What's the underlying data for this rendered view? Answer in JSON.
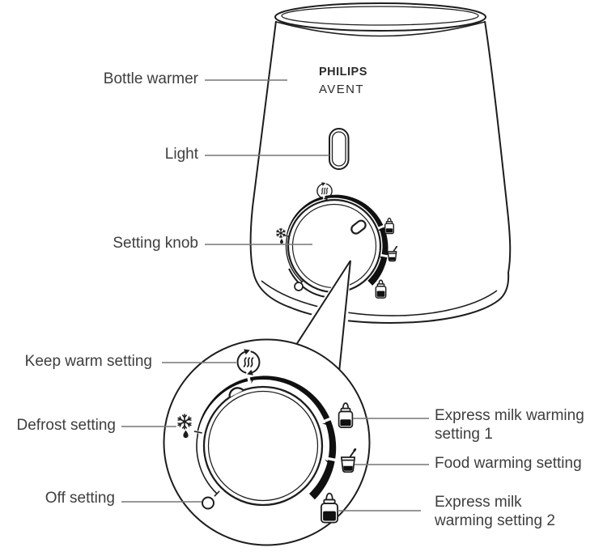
{
  "device": {
    "brand_line1": "PHILIPS",
    "brand_line2": "AVENT"
  },
  "labels": {
    "bottle_warmer": "Bottle warmer",
    "light": "Light",
    "setting_knob": "Setting knob",
    "keep_warm": "Keep warm setting",
    "defrost": "Defrost setting",
    "off": "Off setting",
    "express_milk_1_line1": "Express milk warming",
    "express_milk_1_line2": "setting 1",
    "food_warming": "Food warming setting",
    "express_milk_2_line1": "Express milk",
    "express_milk_2_line2": "warming setting 2"
  },
  "icons": {
    "keep_warm": "keep-warm-steam-circular-arrow-icon",
    "defrost": "snowflake-droplet-icon",
    "off": "empty-circle-icon",
    "express_milk_1": "small-baby-bottle-icon",
    "food_warming": "food-jar-with-spoon-icon",
    "express_milk_2": "large-baby-bottle-icon",
    "light": "light-window-oval"
  },
  "colors": {
    "background": "#ffffff",
    "outline": "#1d1d1d",
    "dial_arc": "#101010",
    "leader_line": "#777777",
    "label_text": "#3e3e3e",
    "brand_text": "#2b2b2b"
  }
}
